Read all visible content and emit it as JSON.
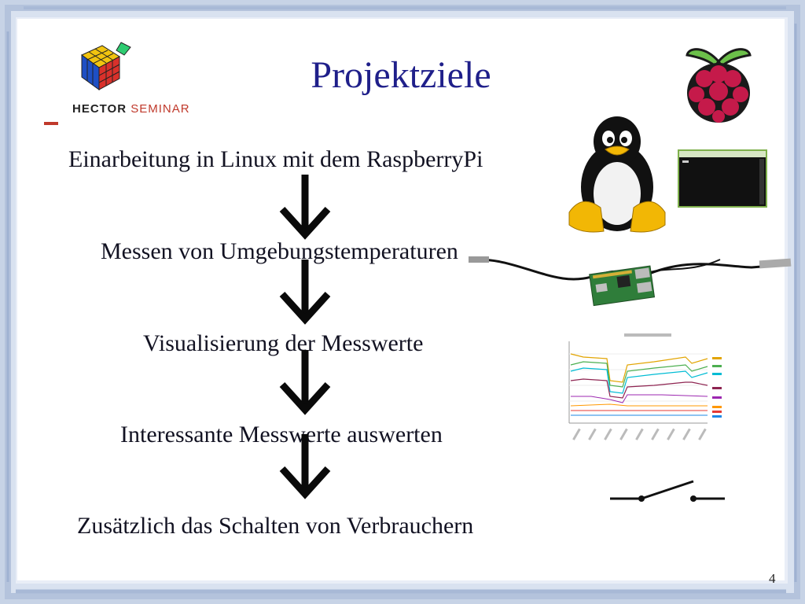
{
  "slide": {
    "title": "Projektziele",
    "page_number": "4",
    "steps": [
      "Einarbeitung in Linux mit dem RaspberryPi",
      "Messen von Umgebungstemperaturen",
      "Visualisierung der Messwerte",
      "Interessante Messwerte auswerten",
      "Zusätzlich das Schalten von Verbrauchern"
    ]
  },
  "logo": {
    "word1": "HECTOR",
    "word2": "SEMINAR"
  },
  "colors": {
    "title": "#1f1f8a",
    "frame": "#c7d3e6",
    "raspberry": "#c51a4a",
    "leaf": "#6cc04a"
  },
  "icons": [
    "rubik-cube-icon",
    "raspberry-pi-logo-icon",
    "tux-penguin-icon",
    "terminal-window-icon",
    "sensor-board-icon",
    "temperature-chart-thumbnail-icon",
    "switch-symbol-icon",
    "down-arrow-icon"
  ]
}
